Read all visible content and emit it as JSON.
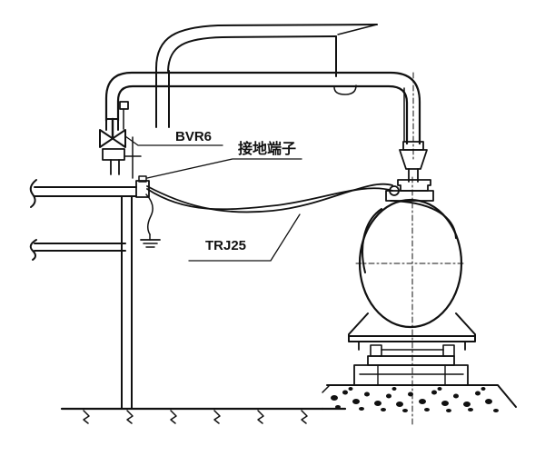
{
  "labels": {
    "bvr6": "BVR6",
    "grounding_terminal": "接地端子",
    "trj25": "TRJ25"
  },
  "colors": {
    "ink": "#111111",
    "background": "#ffffff"
  },
  "icons": [
    "ground-symbol-icon",
    "valve-icon"
  ]
}
